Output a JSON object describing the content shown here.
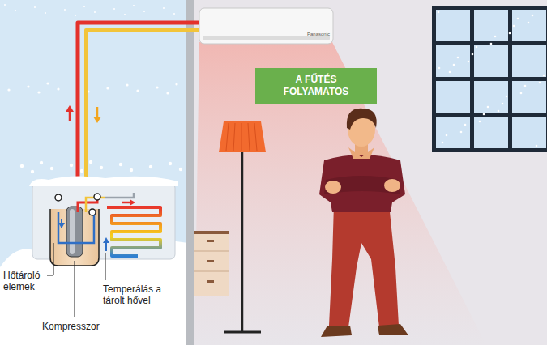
{
  "diagram": {
    "nodes": [
      {
        "text": [
          "A FŰTÉS FOLYAMATOS"
        ]
      }
    ],
    "edges": [],
    "labels": [
      "Hőtároló elemek",
      "Temperálás a tárolt hővel",
      "Kompresszor",
      "Panasonic"
    ]
  }
}
